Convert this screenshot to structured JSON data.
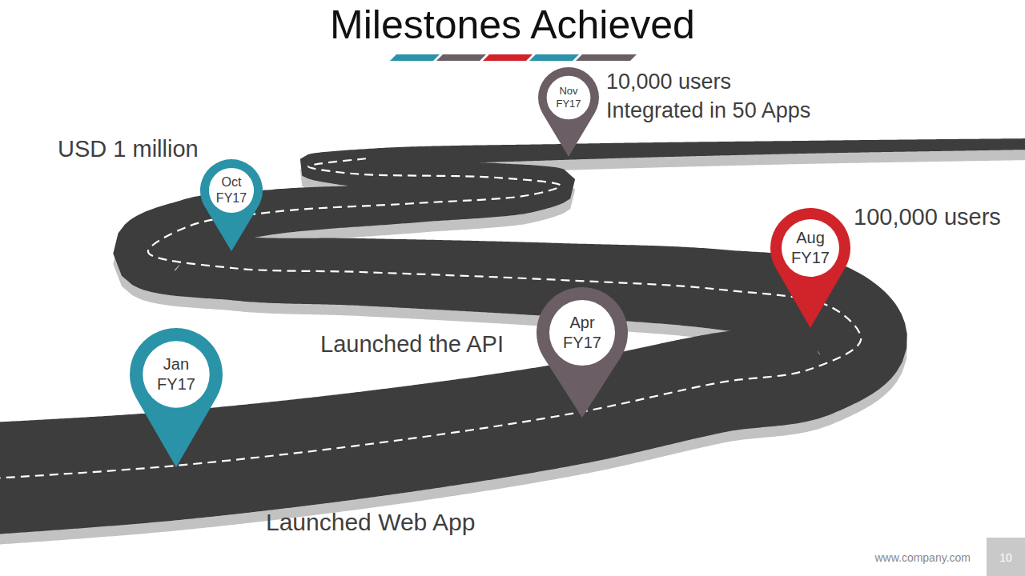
{
  "diagram": {
    "title": "Milestones Achieved",
    "nodes": [
      {
        "text": [
          "Jan FY17",
          "Launched Web App"
        ]
      },
      {
        "text": [
          "Apr FY17",
          "Launched the API"
        ]
      },
      {
        "text": [
          "Aug FY17",
          "100,000 users"
        ]
      },
      {
        "text": [
          "Oct FY17",
          "USD 1 million"
        ]
      },
      {
        "text": [
          "Nov FY17",
          "10,000 users Integrated in 50 Apps"
        ]
      }
    ],
    "labels": [
      "www.company.com",
      "10"
    ]
  }
}
